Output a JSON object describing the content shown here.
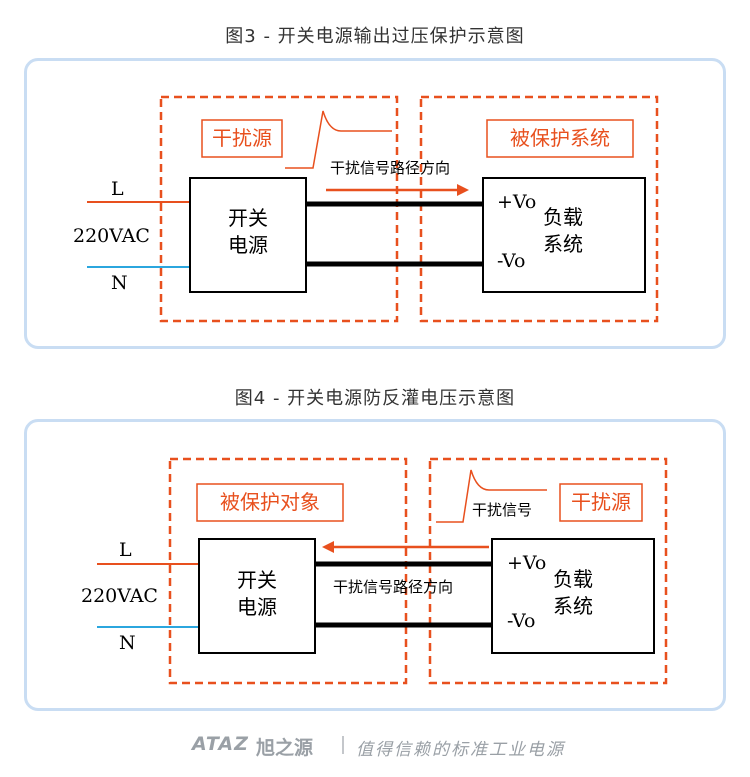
{
  "figure3": {
    "title": "图3 - 开关电源输出过压保护示意图",
    "source_label": "干扰源",
    "protected_label": "被保护系统",
    "path_label": "干扰信号路径方向",
    "line_L": "L",
    "line_N": "N",
    "input_voltage": "220VAC",
    "psu_line1": "开关",
    "psu_line2": "电源",
    "load_pos": "+Vo",
    "load_neg": "-Vo",
    "load_line1": "负载",
    "load_line2": "系统"
  },
  "figure4": {
    "title": "图4 - 开关电源防反灌电压示意图",
    "protected_label": "被保护对象",
    "source_label": "干扰源",
    "signal_label": "干扰信号",
    "path_label": "干扰信号路径方向",
    "line_L": "L",
    "line_N": "N",
    "input_voltage": "220VAC",
    "psu_line1": "开关",
    "psu_line2": "电源",
    "load_pos": "+Vo",
    "load_neg": "-Vo",
    "load_line1": "负载",
    "load_line2": "系统"
  },
  "footer": {
    "logo": "ATAZ",
    "brand": "旭之源",
    "slogan": "值得信赖的标准工业电源"
  },
  "colors": {
    "accent_orange": "#e8501e",
    "input_blue": "#2ba6de",
    "panel_border": "#c9ddf3",
    "footer_gray": "#9aa0a6"
  }
}
